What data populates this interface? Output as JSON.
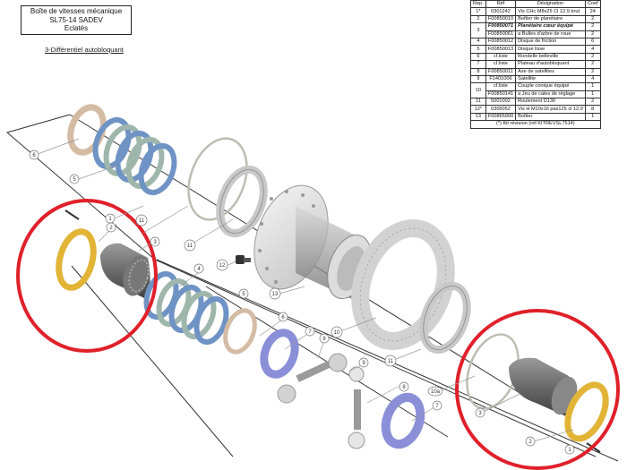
{
  "title_block": {
    "line1": "Boîte de vitesses mécanique",
    "line2": "SL75-14 SADEV",
    "line3": "Eclatés"
  },
  "subtitle": "3-Différentiel autobloquant",
  "parts_table": {
    "headers": [
      "Rep.",
      "Réf",
      "Désignation",
      "Coef"
    ],
    "rows": [
      {
        "rep": "1*",
        "ref": "0301242",
        "designation": "Vis CHc M8x25 Cl 12.9 brut",
        "coef": "24"
      },
      {
        "rep": "2",
        "ref": "F00850010",
        "designation": "Boîtier de planétaire",
        "coef": "2"
      },
      {
        "rep": "3",
        "ref": "F00850071",
        "designation": "Planétaire cœur équipé",
        "coef": "2",
        "bold": true
      },
      {
        "rep": "",
        "ref": "F00850061",
        "designation": "a  Bulles d'arbre de roue",
        "coef": "2"
      },
      {
        "rep": "4",
        "ref": "F00850012",
        "designation": "Disque de friction",
        "coef": "6"
      },
      {
        "rep": "5",
        "ref": "F00850013",
        "designation": "Disque lisse",
        "coef": "4"
      },
      {
        "rep": "6",
        "ref": "cf.liste",
        "designation": "Rondelle belleville",
        "coef": "2"
      },
      {
        "rep": "7",
        "ref": "cf.liste",
        "designation": "Plateau d'autobloquant",
        "coef": "2"
      },
      {
        "rep": "8",
        "ref": "F00850011",
        "designation": "Axe de satellites",
        "coef": "2"
      },
      {
        "rep": "9",
        "ref": "F1401006",
        "designation": "Satellite",
        "coef": "4"
      },
      {
        "rep": "10",
        "ref": "cf.liste",
        "designation": "Couple conique équipé",
        "coef": "1"
      },
      {
        "rep": "",
        "ref": "F00850141",
        "designation": "a  Jeu de cales de réglage",
        "coef": "1"
      },
      {
        "rep": "11",
        "ref": "5001002",
        "designation": "Roulement D130",
        "coef": "2"
      },
      {
        "rep": "12*",
        "ref": "0305052",
        "designation": "Vis H M10x16 pas125 cl 12.9",
        "coef": "8"
      },
      {
        "rep": "13",
        "ref": "F00865900",
        "designation": "Boîtier",
        "coef": "1"
      }
    ],
    "footnote": "(*) Kit révision (réf KITREVSL7514)"
  },
  "callouts": {
    "c6a": "6",
    "c5a": "5",
    "c1a": "1",
    "c11a": "11",
    "c2a": "2",
    "c3a": "3",
    "c11b": "11",
    "c12": "12",
    "c4": "4",
    "c13": "13",
    "c5b": "5",
    "c6b": "6",
    "c7a": "7",
    "c8a": "8",
    "c9": "9",
    "c10": "10",
    "c11c": "11",
    "c8b": "8",
    "c10a": "10a",
    "c7b": "7",
    "c3b": "3",
    "c2b": "2",
    "c1b": "1"
  },
  "colors": {
    "highlight_circle": "#e0202a",
    "gold_ring": "#e0b030",
    "friction_disc": "#7a9cc8",
    "smooth_disc": "#9fb5aa",
    "belleville": "#d9c2aa",
    "plateau": "#8a8ed8",
    "metal": "#b8b8b8",
    "dark_metal": "#6e6e6e"
  }
}
